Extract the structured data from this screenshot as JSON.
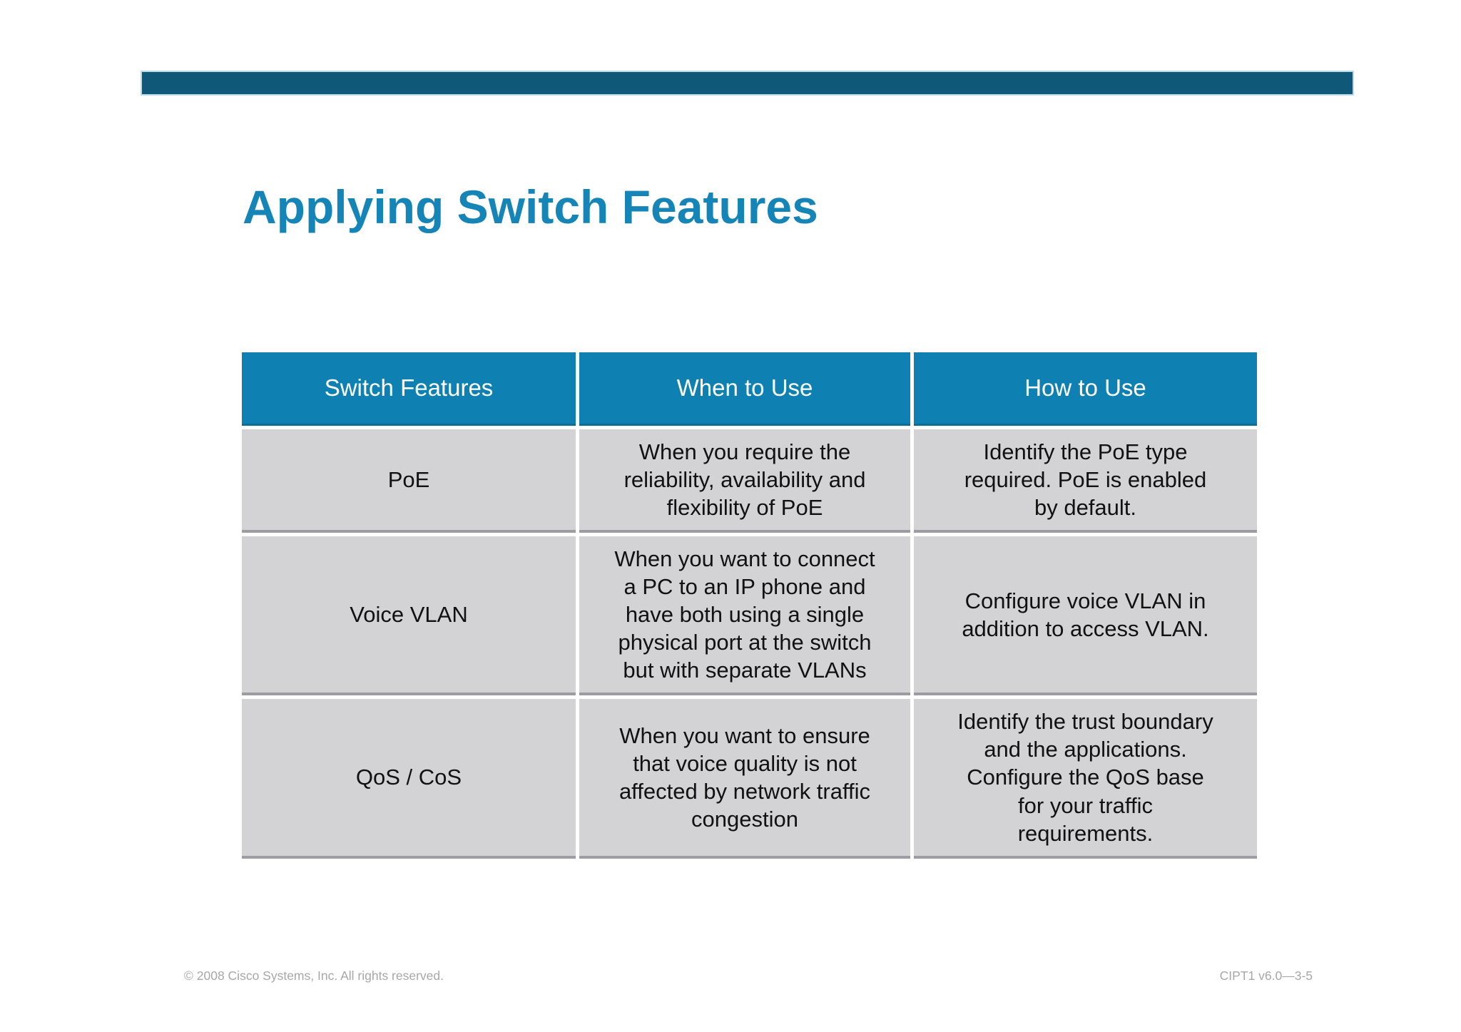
{
  "slide": {
    "title": "Applying Switch Features",
    "footer_left": "© 2008 Cisco Systems, Inc. All rights reserved.",
    "footer_right": "CIPT1 v6.0—3-5"
  },
  "colors": {
    "bar_teal": "#0f5878",
    "bar_edge_light_blue": "#b9dbeb",
    "title_blue": "#1584b6",
    "header_blue": "#0e81b2",
    "header_blue_dark": "#0c6d96",
    "cell_gray": "#d3d3d5",
    "row_divider_gray": "#9c9ca2",
    "footer_gray": "#a7a7a7"
  },
  "chart_data": {
    "type": "table",
    "title": "Applying Switch Features",
    "headers": [
      "Switch Features",
      "When to Use",
      "How to Use"
    ],
    "rows": [
      [
        "PoE",
        "When you require the\nreliability, availability and\nflexibility of PoE",
        "Identify the PoE type\nrequired. PoE is enabled\nby default."
      ],
      [
        "Voice VLAN",
        "When you want to connect\na PC to an IP phone and\nhave both using a single\nphysical port at the switch\nbut with separate VLANs",
        "Configure voice VLAN in\naddition to access VLAN."
      ],
      [
        "QoS / CoS",
        "When you want to ensure\nthat voice quality is not\naffected by network traffic\ncongestion",
        "Identify the trust boundary\nand the applications.\nConfigure the QoS base\nfor your traffic\nrequirements."
      ]
    ]
  }
}
